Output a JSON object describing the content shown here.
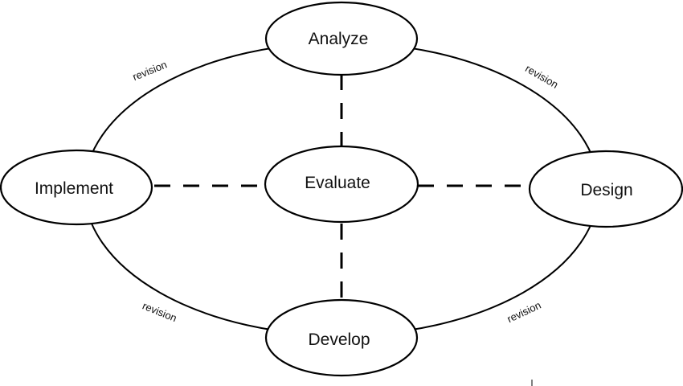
{
  "nodes": {
    "analyze": "Analyze",
    "design": "Design",
    "develop": "Develop",
    "implement": "Implement",
    "evaluate": "Evaluate"
  },
  "edges": {
    "implement_analyze": "revision",
    "analyze_design": "revision",
    "design_develop": "revision",
    "develop_implement": "revision"
  },
  "colors": {
    "stroke": "#000000",
    "fill": "#ffffff",
    "text": "#111111"
  }
}
